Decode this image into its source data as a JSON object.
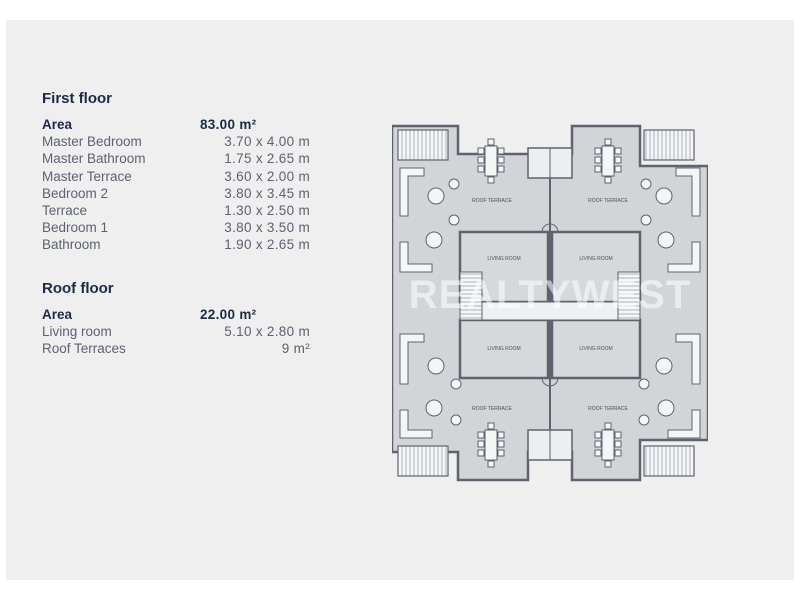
{
  "first_floor": {
    "title": "First floor",
    "area_label": "Area",
    "area_value": "83.00 m²",
    "rooms": [
      {
        "name": "Master Bedroom",
        "dims": "3.70  x  4.00 m"
      },
      {
        "name": "Master Bathroom",
        "dims": "1.75  x  2.65 m"
      },
      {
        "name": "Master Terrace",
        "dims": "3.60  x  2.00 m"
      },
      {
        "name": "Bedroom 2",
        "dims": "3.80  x  3.45 m"
      },
      {
        "name": "Terrace",
        "dims": "1.30  x  2.50 m"
      },
      {
        "name": "Bedroom 1",
        "dims": "3.80  x  3.50 m"
      },
      {
        "name": "Bathroom",
        "dims": "1.90  x  2.65 m"
      }
    ]
  },
  "roof_floor": {
    "title": "Roof floor",
    "area_label": "Area",
    "area_value": "22.00 m²",
    "rooms": [
      {
        "name": "Living room",
        "dims": "5.10  x  2.80 m"
      },
      {
        "name": "Roof Terraces",
        "dims": "9 m²"
      }
    ]
  },
  "plan": {
    "labels": {
      "roof_terrace": "ROOF TERRACE",
      "living_room": "LIVING ROOM"
    },
    "watermark": "REALTYWEST",
    "colors": {
      "wall": "#5d6470",
      "room_fill": "#d4d6d9",
      "terrace_fill": "#cfd1d4",
      "furniture": "#f4f5f6"
    }
  }
}
